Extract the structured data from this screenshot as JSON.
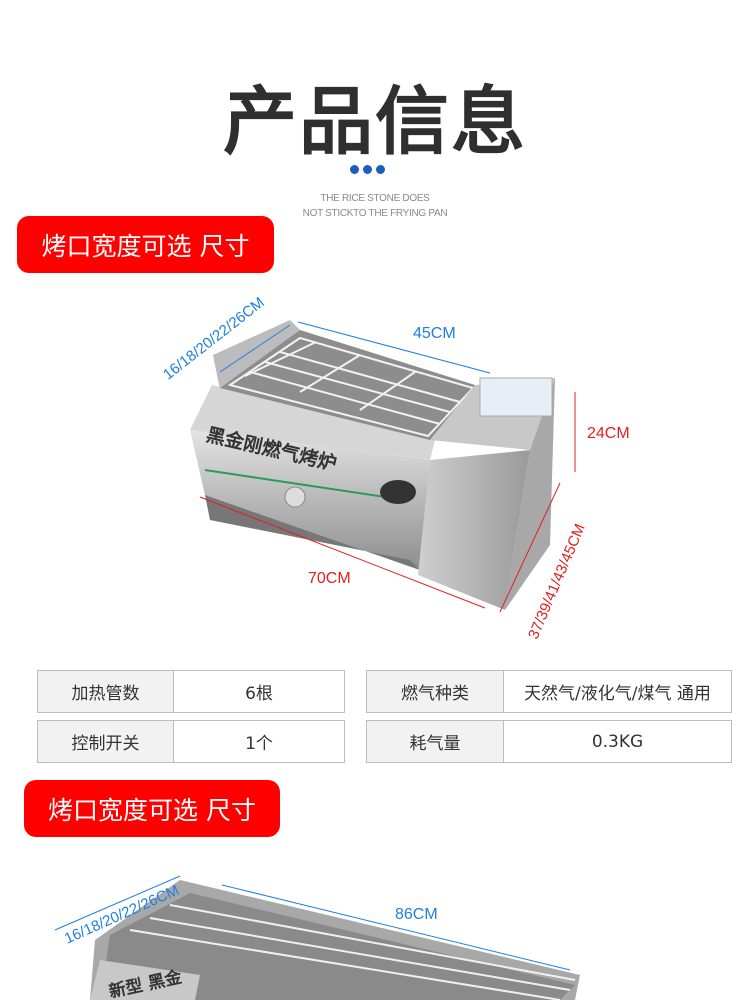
{
  "header": {
    "title": "产品信息",
    "subtitle_line1": "THE RICE STONE DOES",
    "subtitle_line2": "NOT STICKTO THE FRYING PAN"
  },
  "section1": {
    "badge": "烤口宽度可选 尺寸",
    "product_label": "黑金刚燃气烤炉",
    "dimensions": {
      "width_options": "16/18/20/22/26CM",
      "grill_length": "45CM",
      "height": "24CM",
      "total_length": "70CM",
      "depth_options": "37/39/41/43/45CM"
    }
  },
  "specs": {
    "left": [
      {
        "label": "加热管数",
        "value": "6根"
      },
      {
        "label": "控制开关",
        "value": "1个"
      }
    ],
    "right": [
      {
        "label": "燃气种类",
        "value": "天然气/液化气/煤气 通用"
      },
      {
        "label": "耗气量",
        "value": "0.3KG"
      }
    ]
  },
  "section2": {
    "badge": "烤口宽度可选 尺寸",
    "product_label": "新型 黑金",
    "dimensions": {
      "width_options": "16/18/20/22/26CM",
      "grill_length": "86CM"
    }
  },
  "colors": {
    "accent_red": "#ff0000",
    "dot_blue": "#1a5fc0",
    "dim_blue": "#1f7fe0",
    "dim_red": "#e02020"
  }
}
